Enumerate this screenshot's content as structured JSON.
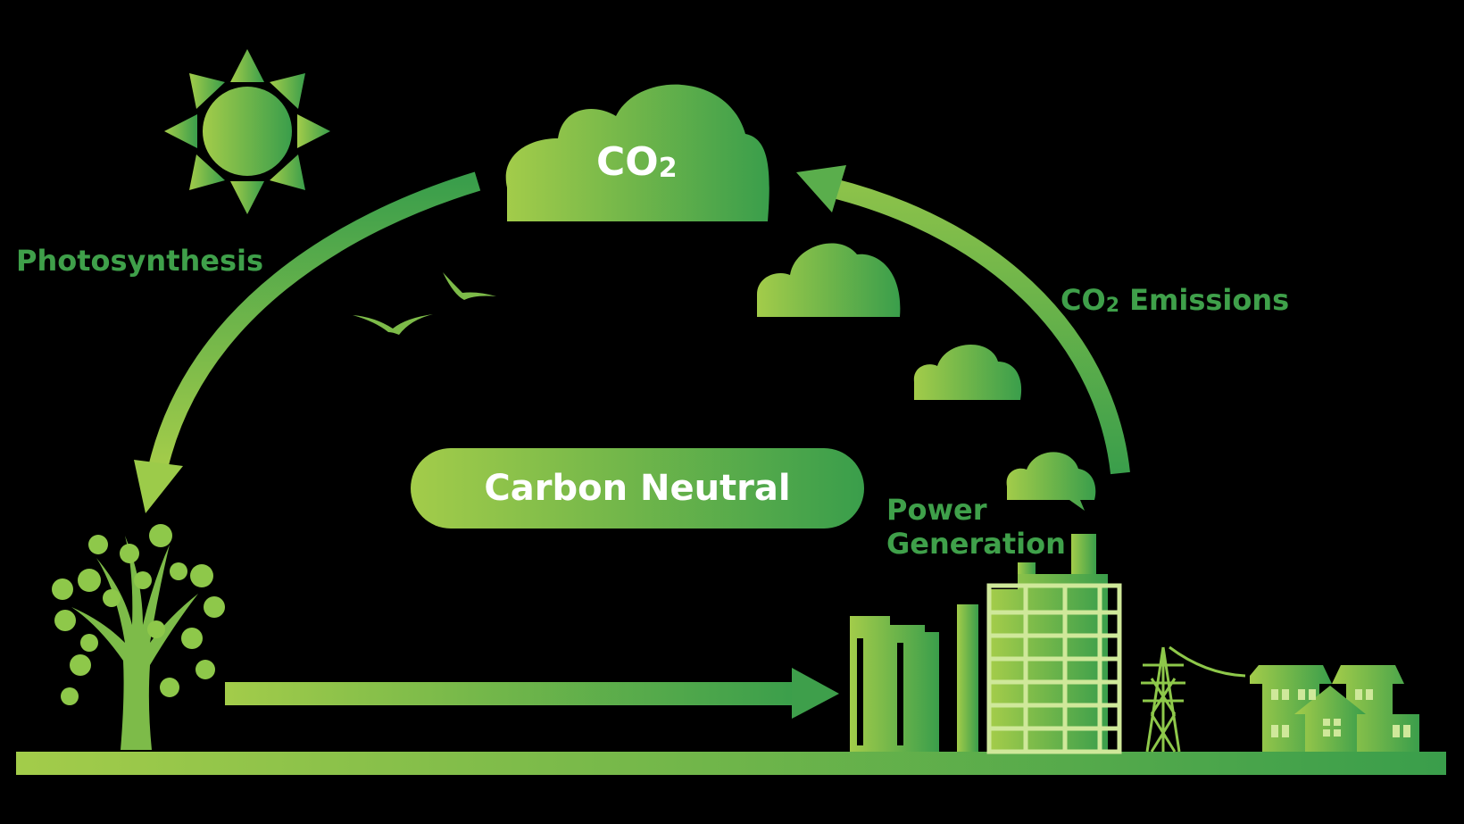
{
  "diagram": {
    "title": "Carbon Neutral",
    "nodes": {
      "co2_cloud": {
        "label_main": "CO",
        "label_sub": "2"
      },
      "photosynthesis": {
        "label": "Photosynthesis"
      },
      "co2_emissions": {
        "label_main": "CO",
        "label_sub": "2",
        "label_rest": " Emissions"
      },
      "power_generation": {
        "line1": "Power",
        "line2": "Generation"
      }
    },
    "icons": [
      "sun-icon",
      "tree-icon",
      "bird-icon",
      "cloud-icon",
      "factory-icon",
      "power-tower-icon",
      "house-icon"
    ],
    "colors": {
      "light_green": "#9ccb4a",
      "dark_green": "#3a9e4b",
      "text_green": "#3fa04a",
      "background": "#000000"
    }
  }
}
